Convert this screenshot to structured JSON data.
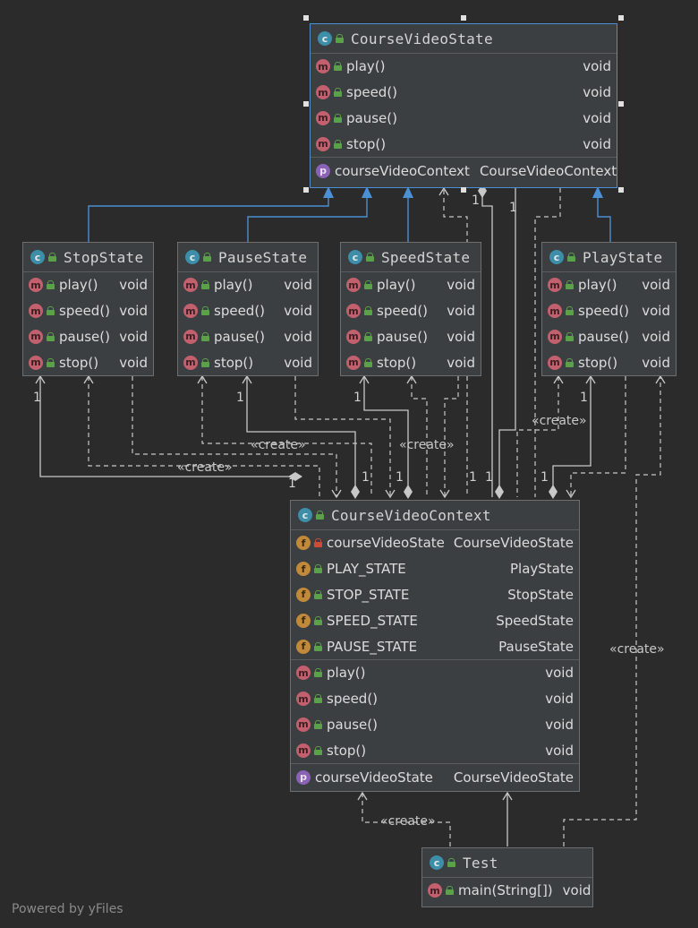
{
  "nodes": {
    "course_video_state": {
      "title": "CourseVideoState",
      "methods": [
        {
          "name": "play()",
          "type": "void"
        },
        {
          "name": "speed()",
          "type": "void"
        },
        {
          "name": "pause()",
          "type": "void"
        },
        {
          "name": "stop()",
          "type": "void"
        }
      ],
      "property": {
        "name": "courseVideoContext",
        "type": "CourseVideoContext"
      }
    },
    "stop_state": {
      "title": "StopState",
      "methods": [
        {
          "name": "play()",
          "type": "void"
        },
        {
          "name": "speed()",
          "type": "void"
        },
        {
          "name": "pause()",
          "type": "void"
        },
        {
          "name": "stop()",
          "type": "void"
        }
      ]
    },
    "pause_state": {
      "title": "PauseState",
      "methods": [
        {
          "name": "play()",
          "type": "void"
        },
        {
          "name": "speed()",
          "type": "void"
        },
        {
          "name": "pause()",
          "type": "void"
        },
        {
          "name": "stop()",
          "type": "void"
        }
      ]
    },
    "speed_state": {
      "title": "SpeedState",
      "methods": [
        {
          "name": "play()",
          "type": "void"
        },
        {
          "name": "speed()",
          "type": "void"
        },
        {
          "name": "pause()",
          "type": "void"
        },
        {
          "name": "stop()",
          "type": "void"
        }
      ]
    },
    "play_state": {
      "title": "PlayState",
      "methods": [
        {
          "name": "play()",
          "type": "void"
        },
        {
          "name": "speed()",
          "type": "void"
        },
        {
          "name": "pause()",
          "type": "void"
        },
        {
          "name": "stop()",
          "type": "void"
        }
      ]
    },
    "course_video_context": {
      "title": "CourseVideoContext",
      "fields": [
        {
          "name": "courseVideoState",
          "type": "CourseVideoState"
        },
        {
          "name": "PLAY_STATE",
          "type": "PlayState"
        },
        {
          "name": "STOP_STATE",
          "type": "StopState"
        },
        {
          "name": "SPEED_STATE",
          "type": "SpeedState"
        },
        {
          "name": "PAUSE_STATE",
          "type": "PauseState"
        }
      ],
      "methods": [
        {
          "name": "play()",
          "type": "void"
        },
        {
          "name": "speed()",
          "type": "void"
        },
        {
          "name": "pause()",
          "type": "void"
        },
        {
          "name": "stop()",
          "type": "void"
        }
      ],
      "property": {
        "name": "courseVideoState",
        "type": "CourseVideoState"
      }
    },
    "test": {
      "title": "Test",
      "methods": [
        {
          "name": "main(String[])",
          "type": "void"
        }
      ]
    }
  },
  "edge_labels": {
    "create": "«create»",
    "multiplicity_one": "1"
  },
  "icons": {
    "class": "class-icon",
    "method": "method-icon",
    "field": "field-icon",
    "property": "property-icon",
    "public": "public-lock-icon",
    "private": "private-lock-icon"
  },
  "colors": {
    "background": "#2b2b2b",
    "node": "#3c3f41",
    "inheritance": "#4b8fd5",
    "edge": "#c8c8c8"
  },
  "credit": "Powered by yFiles"
}
